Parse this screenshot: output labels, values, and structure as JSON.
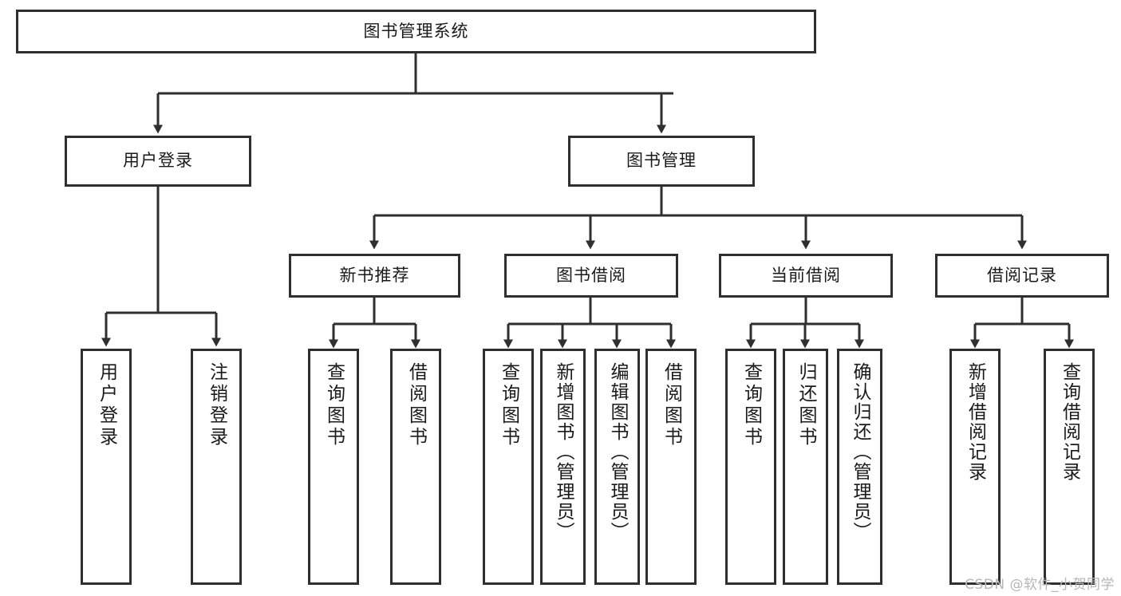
{
  "diagram": {
    "title_node": {
      "label": "图书管理系统"
    },
    "level2": [
      {
        "id": "user-login",
        "label": "用户登录"
      },
      {
        "id": "book-manage",
        "label": "图书管理"
      }
    ],
    "level3": [
      {
        "id": "new-book-recommend",
        "label": "新书推荐"
      },
      {
        "id": "book-borrow",
        "label": "图书借阅"
      },
      {
        "id": "current-borrow",
        "label": "当前借阅"
      },
      {
        "id": "borrow-record",
        "label": "借阅记录"
      }
    ],
    "leaves": [
      {
        "id": "leaf-user-login",
        "label": "用户登录"
      },
      {
        "id": "leaf-logout-login",
        "label": "注销登录"
      },
      {
        "id": "leaf-query-book-1",
        "label": "查询图书"
      },
      {
        "id": "leaf-borrow-book-1",
        "label": "借阅图书"
      },
      {
        "id": "leaf-query-book-2",
        "label": "查询图书"
      },
      {
        "id": "leaf-add-book-admin",
        "label": "新增图书（管理员）"
      },
      {
        "id": "leaf-edit-book-admin",
        "label": "编辑图书（管理员）"
      },
      {
        "id": "leaf-borrow-book-2",
        "label": "借阅图书"
      },
      {
        "id": "leaf-query-book-3",
        "label": "查询图书"
      },
      {
        "id": "leaf-return-book",
        "label": "归还图书"
      },
      {
        "id": "leaf-confirm-return-admin",
        "label": "确认归还（管理员）"
      },
      {
        "id": "leaf-add-borrow-record",
        "label": "新增借阅记录"
      },
      {
        "id": "leaf-query-borrow-record",
        "label": "查询借阅记录"
      }
    ]
  },
  "watermark": {
    "text": "CSDN @软件_小贺同学"
  },
  "colors": {
    "stroke": "#2f2f2f",
    "background": "#ffffff",
    "text": "#1a1a1a",
    "watermark": "#b6b6b6"
  }
}
